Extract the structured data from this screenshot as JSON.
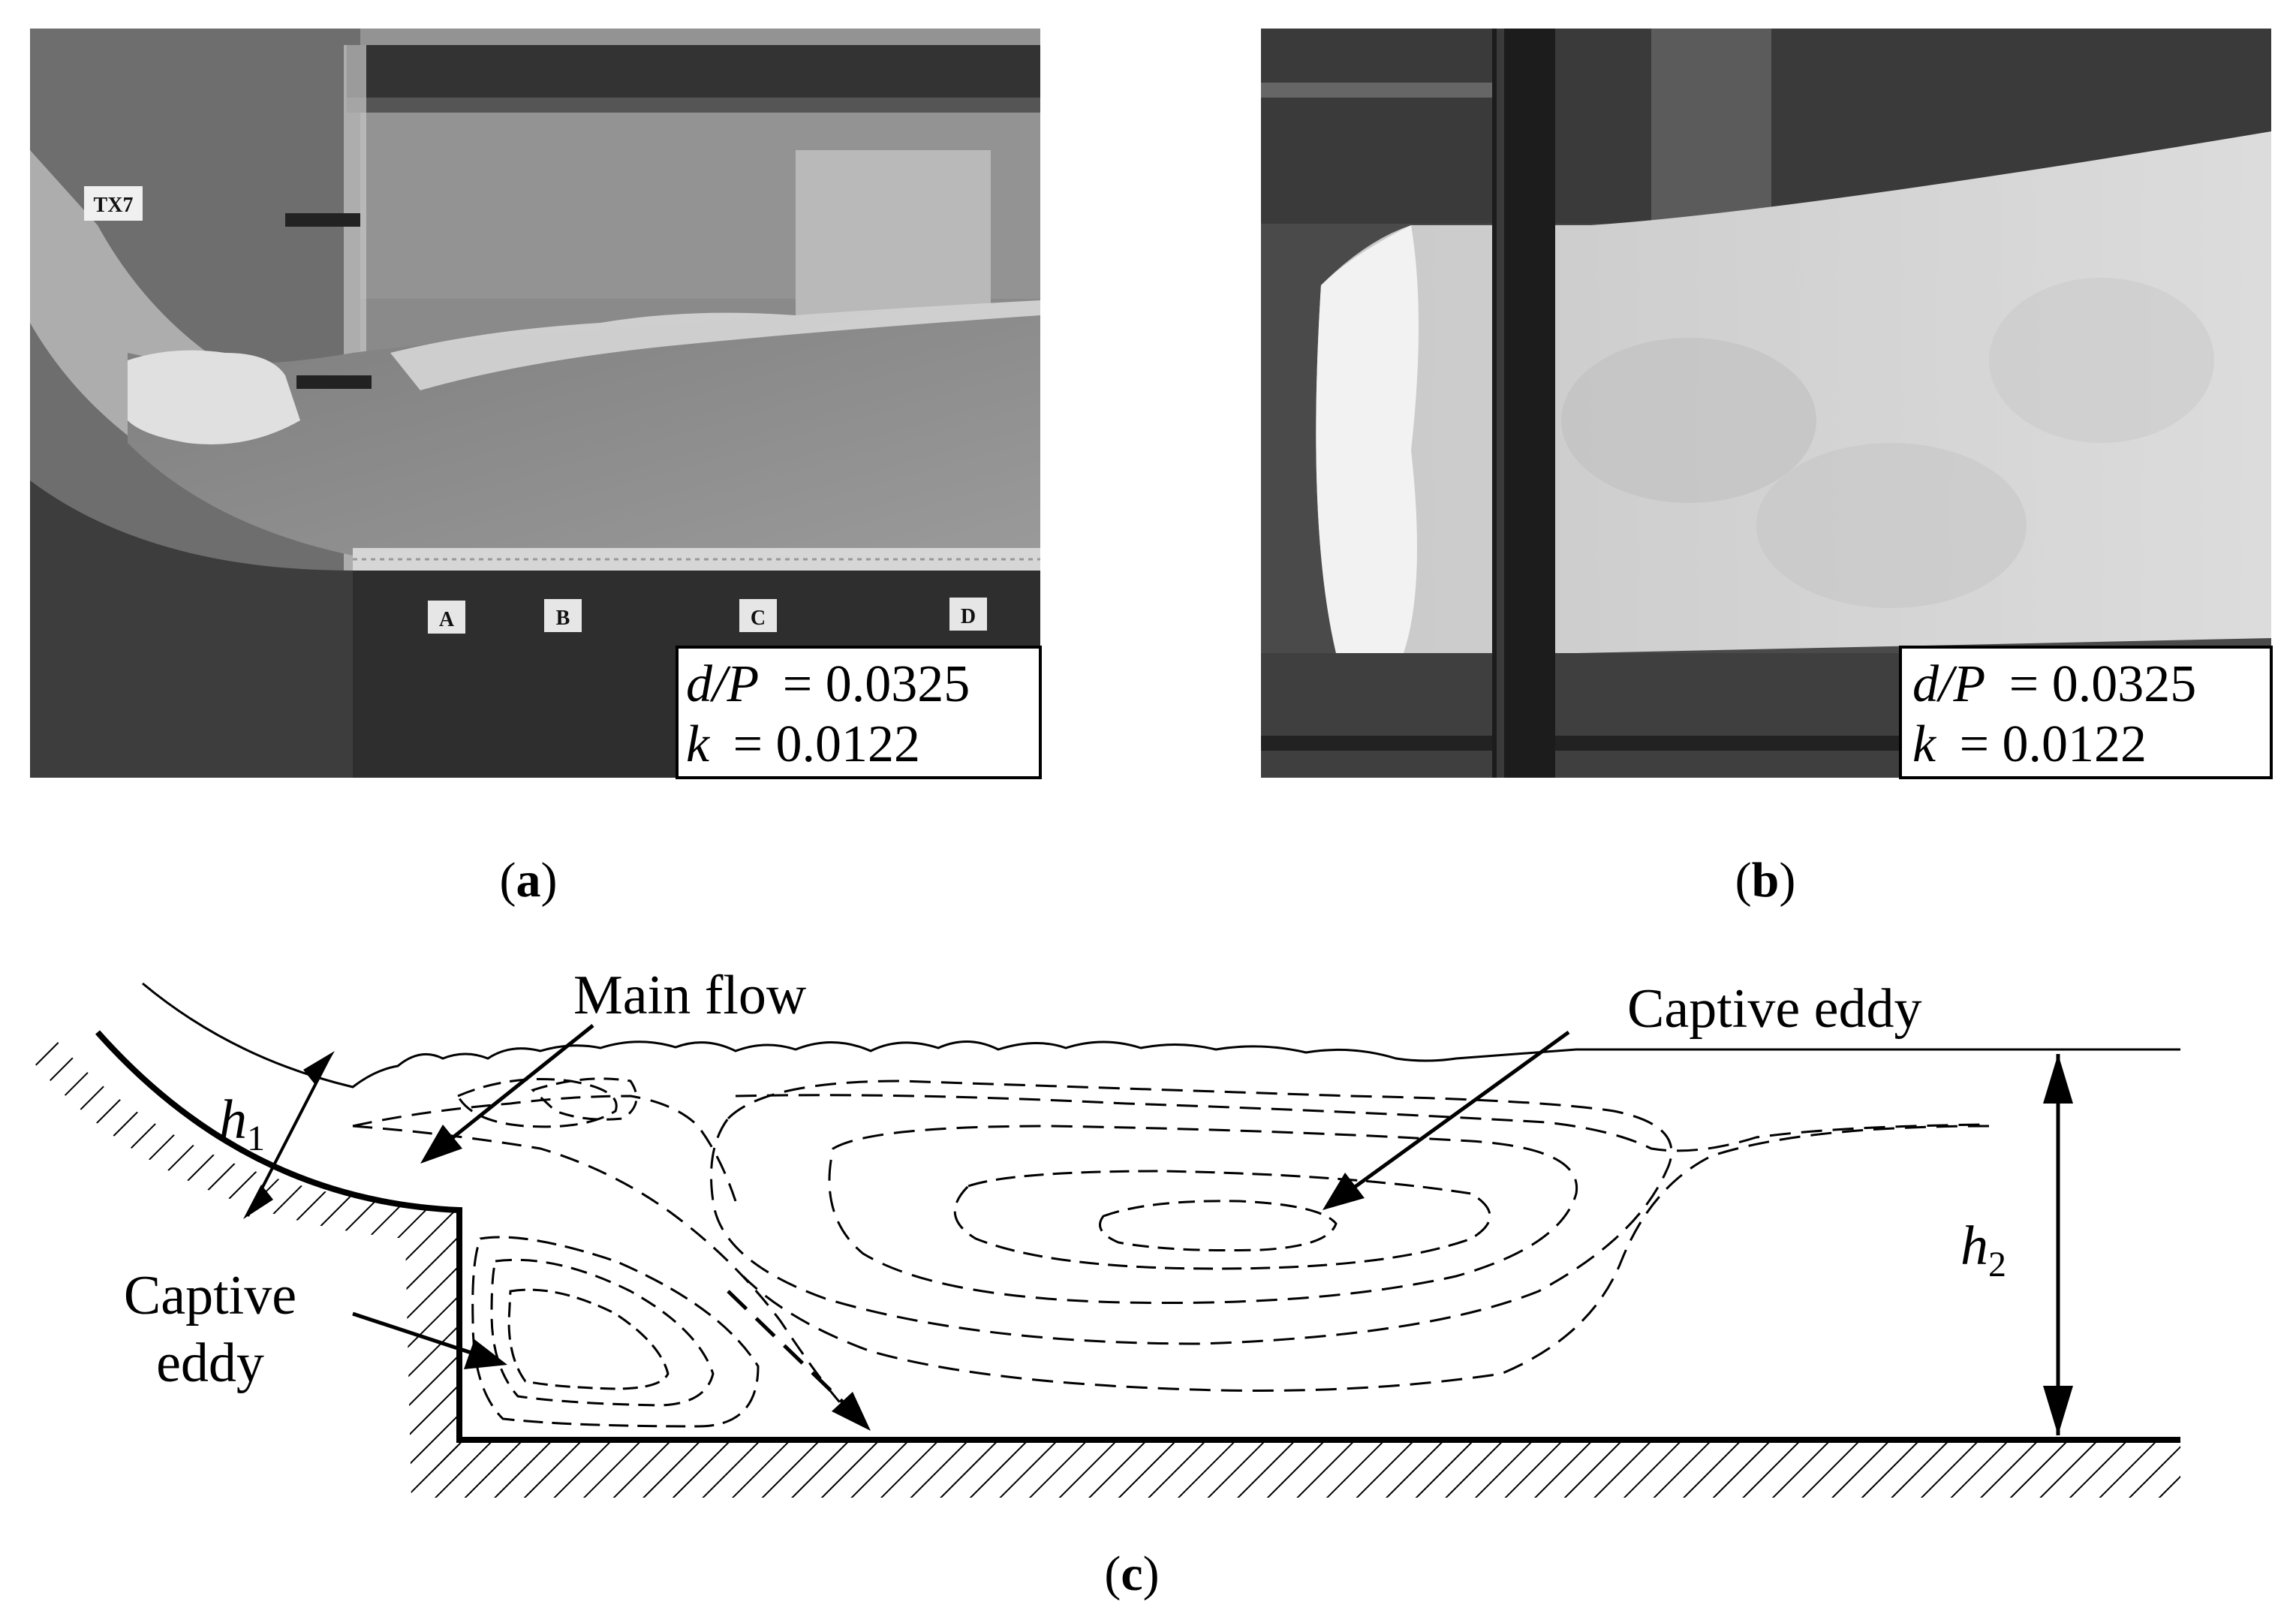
{
  "panels": {
    "a": {
      "caption_letter": "a",
      "photo_tag": "TX7",
      "station_labels": [
        "A",
        "B",
        "C",
        "D"
      ],
      "param_lhs_1": "d/P",
      "param_val_1": "= 0.0325",
      "param_lhs_2": "k",
      "param_val_2": "= 0.0122"
    },
    "b": {
      "caption_letter": "b",
      "param_lhs_1": "d/P",
      "param_val_1": "= 0.0325",
      "param_lhs_2": "k",
      "param_val_2": "= 0.0122"
    },
    "c": {
      "caption_letter": "c",
      "label_main_flow": "Main flow",
      "label_captive_eddy_top": "Captive eddy",
      "label_captive_eddy_left_1": "Captive",
      "label_captive_eddy_left_2": "eddy",
      "label_h1_var": "h",
      "label_h1_sub": "1",
      "label_h2_var": "h",
      "label_h2_sub": "2"
    }
  },
  "colors": {
    "ink": "#000000",
    "photo_dark": "#2a2a2a",
    "photo_mid": "#8c8c8c",
    "foam": "#e8e8e8"
  }
}
